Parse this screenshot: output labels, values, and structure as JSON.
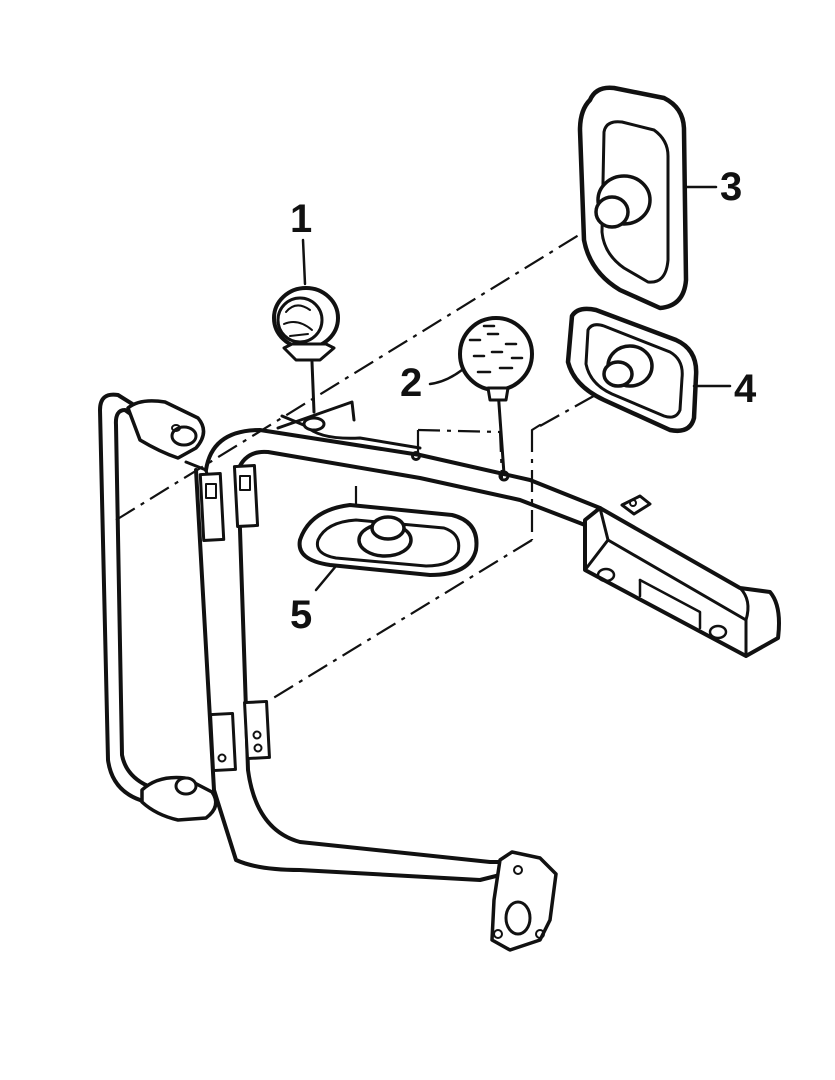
{
  "diagram": {
    "callouts": [
      {
        "id": "1",
        "label": "1"
      },
      {
        "id": "2",
        "label": "2"
      },
      {
        "id": "3",
        "label": "3"
      },
      {
        "id": "4",
        "label": "4"
      },
      {
        "id": "5",
        "label": "5"
      }
    ]
  },
  "colors": {
    "ink": "#111111",
    "paper": "#ffffff"
  }
}
